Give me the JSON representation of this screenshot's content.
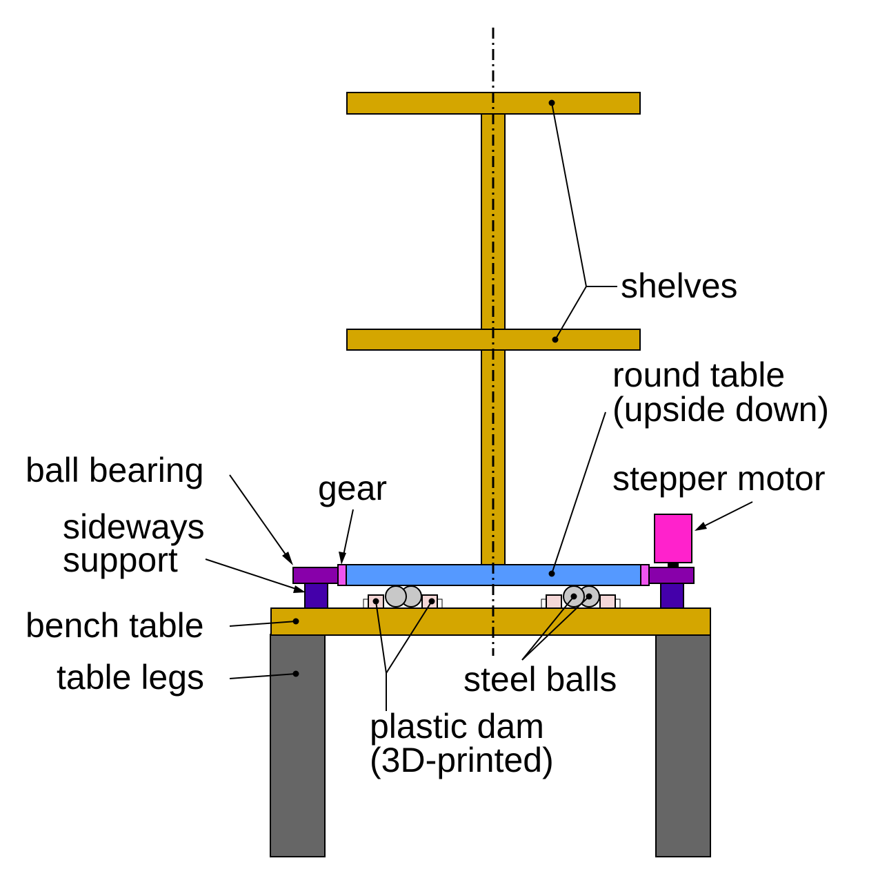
{
  "labels": {
    "shelves": "shelves",
    "round_table_1": "round table",
    "round_table_2": "(upside down)",
    "ball_bearing": "ball bearing",
    "gear": "gear",
    "stepper_motor": "stepper motor",
    "sideways_support_1": "sideways",
    "sideways_support_2": "support",
    "bench_table": "bench table",
    "table_legs": "table legs",
    "steel_balls": "steel balls",
    "plastic_dam_1": "plastic dam",
    "plastic_dam_2": "(3D-printed)"
  },
  "colors": {
    "wood": "#d4a600",
    "legs": "#666666",
    "round_table": "#5599ff",
    "gear": "#ee55ee",
    "ball_bearing": "#8800aa",
    "sideways_support": "#4400aa",
    "stepper_motor": "#ff22cc",
    "steel_balls": "#c8c8c8",
    "plastic_dam": "#f4d7d7"
  }
}
